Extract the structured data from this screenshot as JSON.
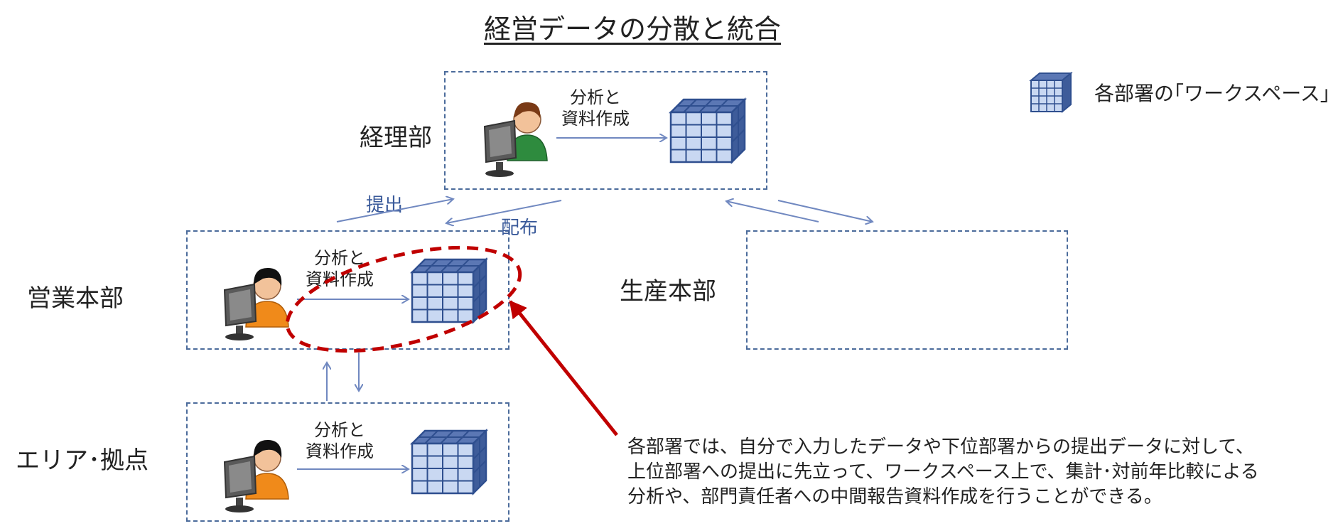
{
  "title": "経営データの分散と統合",
  "legend": {
    "label": "各部署の｢ワークスペース｣"
  },
  "departments": {
    "accounting": {
      "label": "経理部",
      "activity": [
        "分析と",
        "資料作成"
      ]
    },
    "sales": {
      "label": "営業本部",
      "activity": [
        "分析と",
        "資料作成"
      ]
    },
    "production": {
      "label": "生産本部"
    },
    "area": {
      "label": "エリア･拠点",
      "activity": [
        "分析と",
        "資料作成"
      ]
    }
  },
  "flows": {
    "submit": "提出",
    "distribute": "配布"
  },
  "callout": {
    "lines": [
      "各部署では、自分で入力したデータや下位部署からの提出データに対して、",
      "上位部署への提出に先立って、ワークスペース上で、集計･対前年比較による",
      "分析や、部門責任者への中間報告資料作成を行うことができる。"
    ]
  },
  "colors": {
    "box_border": "#4b6b9b",
    "arrow": "#7088c0",
    "cube_front": "#c9d8f2",
    "cube_line": "#2f4f8f",
    "highlight": "#c00000",
    "person_green": "#2e8b3e",
    "person_orange": "#f08a1a"
  }
}
